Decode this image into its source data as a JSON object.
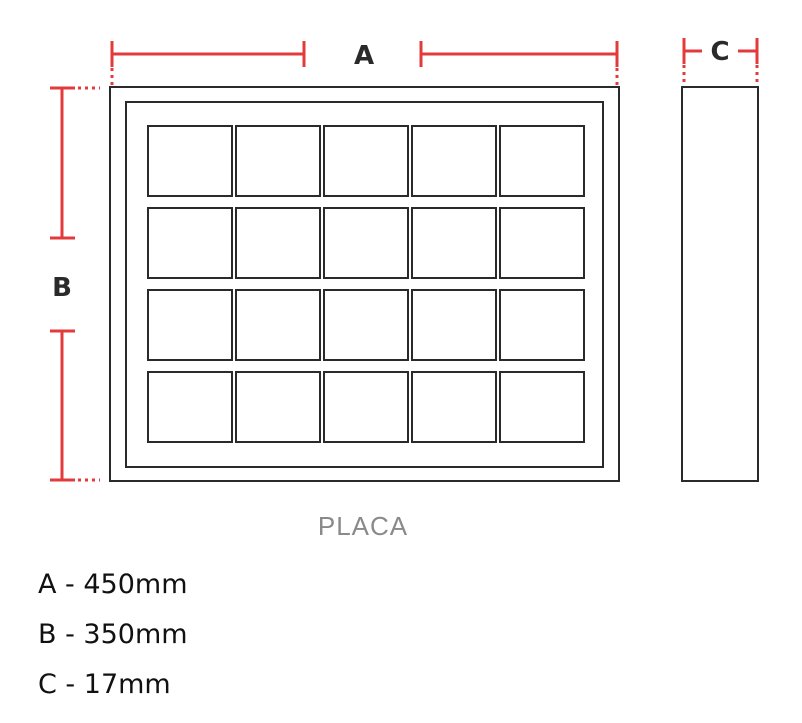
{
  "colors": {
    "dimension": "#e33b3b",
    "outline": "#2a2a2a",
    "label": "#2a2a2a",
    "caption": "#8a8a8a",
    "text": "#111111"
  },
  "labels": {
    "a": "A",
    "b": "B",
    "c": "C"
  },
  "caption": "PLACA",
  "grid": {
    "rows": 4,
    "cols": 5
  },
  "dimensions": [
    {
      "name": "A",
      "text": "A - 450mm"
    },
    {
      "name": "B",
      "text": "B - 350mm"
    },
    {
      "name": "C",
      "text": "C - 17mm"
    }
  ]
}
